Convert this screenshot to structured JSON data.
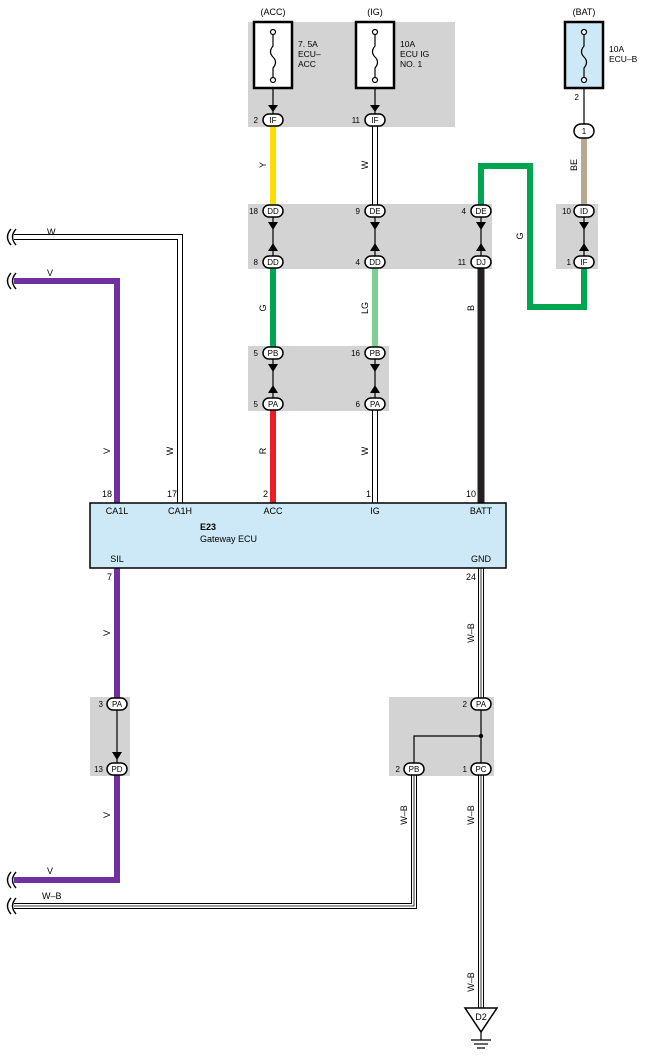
{
  "colors": {
    "panel": "#d3d3d3",
    "ecu_fill": "#cde9f7",
    "wire_yellow": "#ffdd00",
    "wire_green": "#00a64f",
    "wire_lightgreen": "#7fcf94",
    "wire_red": "#ee1c24",
    "wire_black": "#231f20",
    "wire_violet": "#7030a0",
    "wire_beige": "#b8a892",
    "wire_white": "#ffffff"
  },
  "fuses": {
    "acc": {
      "header": "(ACC)",
      "rating": "7. 5A",
      "name1": "ECU–",
      "name2": "ACC"
    },
    "ig": {
      "header": "(IG)",
      "rating": "10A",
      "name1": "ECU IG",
      "name2": "NO. 1"
    },
    "bat": {
      "header": "(BAT)",
      "rating": "10A",
      "name1": "ECU–B"
    }
  },
  "connectors": {
    "acc_if": {
      "pin": "2",
      "code": "IF"
    },
    "ig_if": {
      "pin": "11",
      "code": "IF"
    },
    "bat_out": {
      "pin": "2",
      "code": "1"
    },
    "dd_top": {
      "pin": "18",
      "code": "DD"
    },
    "de_mid": {
      "pin": "9",
      "code": "DE"
    },
    "de_right": {
      "pin": "4",
      "code": "DE"
    },
    "dd_bot": {
      "pin": "8",
      "code": "DD"
    },
    "dd_bot2": {
      "pin": "4",
      "code": "DD"
    },
    "dj": {
      "pin": "11",
      "code": "DJ"
    },
    "id": {
      "pin": "10",
      "code": "ID"
    },
    "if_bat": {
      "pin": "1",
      "code": "IF"
    },
    "pb_left": {
      "pin": "5",
      "code": "PB"
    },
    "pb_mid": {
      "pin": "16",
      "code": "PB"
    },
    "pa_left": {
      "pin": "5",
      "code": "PA"
    },
    "pa_mid": {
      "pin": "6",
      "code": "PA"
    },
    "pa_sil": {
      "pin": "3",
      "code": "PA"
    },
    "pd_sil": {
      "pin": "13",
      "code": "PD"
    },
    "pa_gnd": {
      "pin": "2",
      "code": "PA"
    },
    "pb_gnd": {
      "pin": "2",
      "code": "PB"
    },
    "pc_gnd": {
      "pin": "1",
      "code": "PC"
    }
  },
  "wire_colors": {
    "acc_top": "Y",
    "ig_top": "W",
    "bat_vert": "BE",
    "bat_loop": "G",
    "acc_mid": "G",
    "ig_mid": "LG",
    "batt_mid": "B",
    "acc_low": "R",
    "ig_low": "W",
    "ca1l": "V",
    "ca1h": "W",
    "left_w": "W",
    "left_v": "V",
    "sil_upper": "V",
    "sil_lower": "V",
    "gnd_upper": "W–B",
    "gnd_lower": "W–B",
    "gnd_branch": "W–B",
    "gnd_bottom": "W–B",
    "bottom_v": "V",
    "bottom_wb": "W–B"
  },
  "ecu": {
    "id": "E23",
    "name": "Gateway ECU",
    "pins": {
      "ca1l": {
        "num": "18",
        "label": "CA1L"
      },
      "ca1h": {
        "num": "17",
        "label": "CA1H"
      },
      "acc": {
        "num": "2",
        "label": "ACC"
      },
      "ig": {
        "num": "1",
        "label": "IG"
      },
      "batt": {
        "num": "10",
        "label": "BATT"
      },
      "sil": {
        "num": "7",
        "label": "SIL"
      },
      "gnd": {
        "num": "24",
        "label": "GND"
      }
    }
  },
  "ground": {
    "label": "D2"
  }
}
